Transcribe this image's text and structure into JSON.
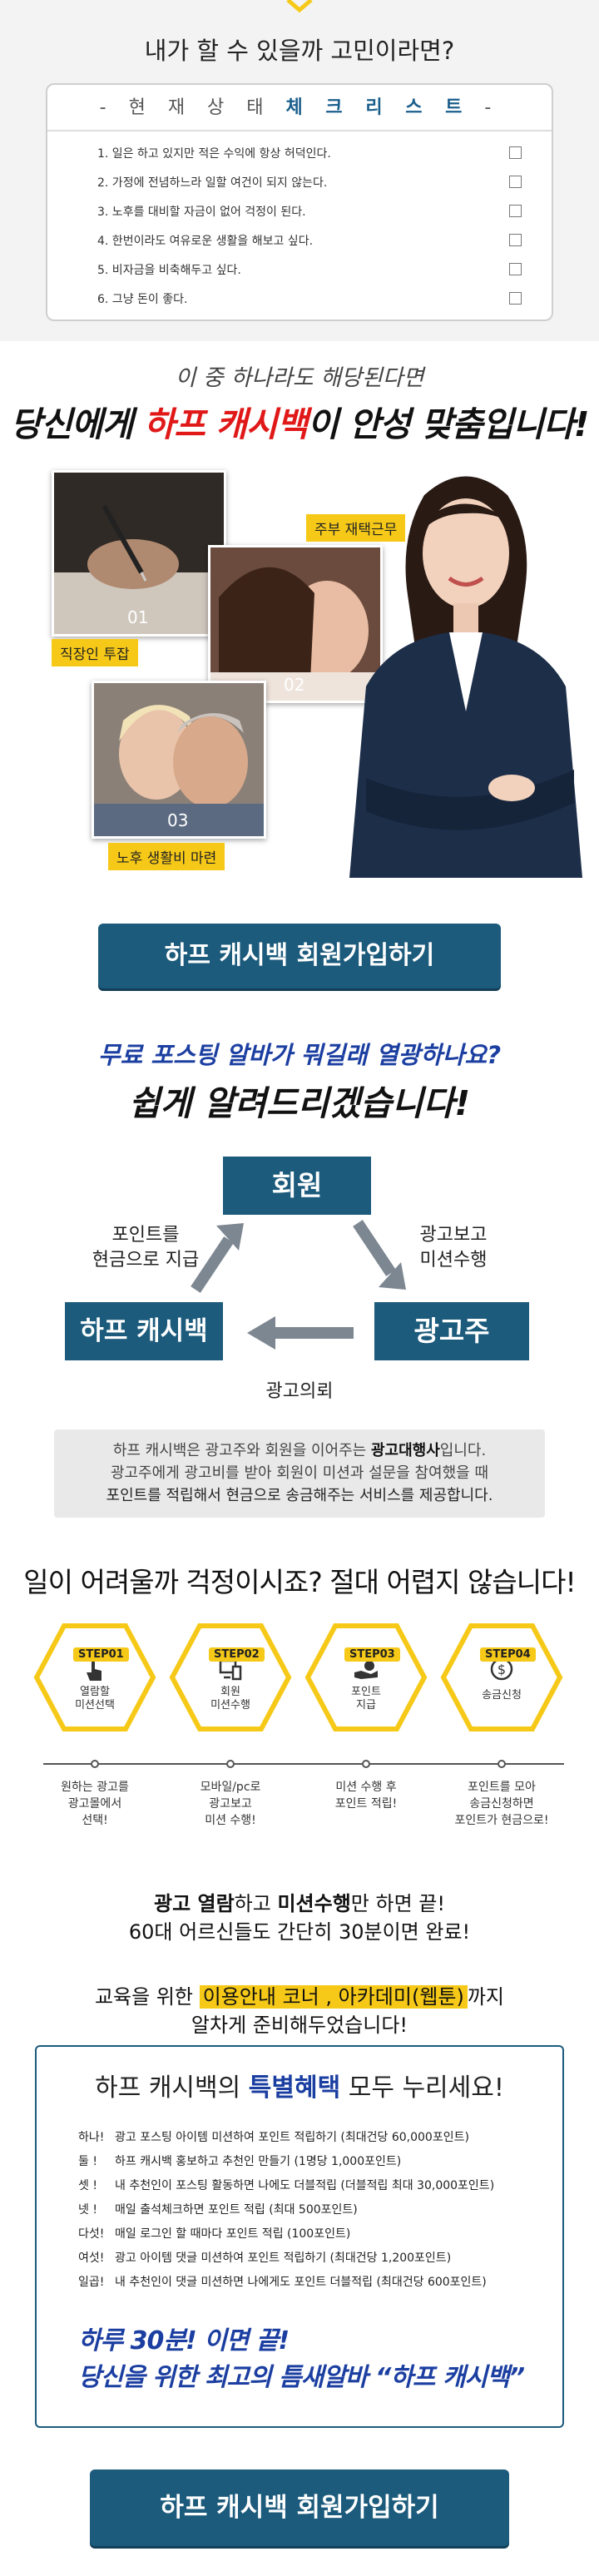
{
  "checklist_section": {
    "title": "내가 할 수 있을까 고민이라면?",
    "panel_title_plain": "- 현 재 상 태",
    "panel_title_highlight": "체 크 리 스 트",
    "panel_title_end": "-",
    "items": [
      "1. 일은 하고 있지만 적은 수익에 항상 허덕인다.",
      "2. 가정에 전념하느라 일할 여건이 되지 않는다.",
      "3. 노후를 대비할 자금이 없어 걱정이 된다.",
      "4. 한번이라도 여유로운 생활을 해보고 싶다.",
      "5. 비자금을 비축해두고 싶다.",
      "6. 그냥 돈이 좋다."
    ]
  },
  "hero": {
    "subtitle": "이 중 하나라도 해당된다면",
    "title_pre": "당신에게 ",
    "title_brand": "하프 캐시백",
    "title_post": "이 안성 맞춤입니다!",
    "photos": [
      {
        "number": "01",
        "tag": "직장인 투잡"
      },
      {
        "number": "02",
        "tag": "주부 재택근무"
      },
      {
        "number": "03",
        "tag": "노후 생활비 마련"
      }
    ]
  },
  "join_button_label": "하프 캐시백 회원가입하기",
  "flow": {
    "question": "무료 포스팅 알바가 뭐길래 열광하나요?",
    "answer": "쉽게 알려드리겠습니다!",
    "node_member": "회원",
    "node_advertiser": "광고주",
    "node_brand": "하프 캐시백",
    "label_left_1": "포인트를",
    "label_left_2": "현금으로 지급",
    "label_right_1": "광고보고",
    "label_right_2": "미션수행",
    "label_bottom": "광고의뢰",
    "explain_1_pre": "하프 캐시백은 광고주와 회원을 이어주는 ",
    "explain_1_bold": "광고대행사",
    "explain_1_post": "입니다.",
    "explain_2": "광고주에게 광고비를 받아 회원이 미션과 설문을 참여했을 때",
    "explain_3": "포인트를 적립해서 현금으로 송금해주는 서비스를 제공합니다."
  },
  "steps": {
    "title": "일이 어려울까 걱정이시죠? 절대 어렵지 않습니다!",
    "items": [
      {
        "badge": "STEP01",
        "icon": "hand-pointer-icon",
        "line1": "열람할",
        "line2": "미션선택",
        "desc1": "원하는 광고를",
        "desc2": "광고몰에서",
        "desc3": "선택!"
      },
      {
        "badge": "STEP02",
        "icon": "devices-icon",
        "line1": "회원",
        "line2": "미션수행",
        "desc1": "모바일/pc로",
        "desc2": "광고보고",
        "desc3": "미션 수행!"
      },
      {
        "badge": "STEP03",
        "icon": "hand-coin-icon",
        "line1": "포인트",
        "line2": "지급",
        "desc1": "미션 수행 후",
        "desc2": "포인트 적립!",
        "desc3": ""
      },
      {
        "badge": "STEP04",
        "icon": "dollar-coin-icon",
        "line1": "송금신청",
        "line2": "",
        "desc1": "포인트를 모아",
        "desc2": "송금신청하면",
        "desc3": "포인트가 현금으로!"
      }
    ],
    "summary_1_pre": "광고 열람",
    "summary_1_mid": "하고 ",
    "summary_1_bold2": "미션수행",
    "summary_1_post": "만 하면 끝!",
    "summary_2": "60대 어르신들도 간단히 30분이면 완료!",
    "edu_pre": "교육을 위한 ",
    "edu_highlight": "이용안내 코너 , 아카데미(웹툰)",
    "edu_post": "까지",
    "edu_2": "알차게 준비해두었습니다!"
  },
  "benefits": {
    "title_pre": "하프 캐시백의 ",
    "title_highlight": "특별혜택",
    "title_post": " 모두 누리세요!",
    "items": [
      {
        "lead": "하나!",
        "text": "광고 포스팅 아이템 미션하여 포인트 적립하기 (최대건당 60,000포인트)"
      },
      {
        "lead": "둘 !",
        "text": "하프 캐시백 홍보하고 추천인 만들기 (1명당 1,000포인트)"
      },
      {
        "lead": "셋 !",
        "text": "내 추천인이 포스팅 활동하면 나에도 더블적립 (더블적립 최대 30,000포인트)"
      },
      {
        "lead": "넷 !",
        "text": "매일 출석체크하면 포인트 적립 (최대 500포인트)"
      },
      {
        "lead": "다섯!",
        "text": "매일 로그인 할 때마다 포인트 적립 (100포인트)"
      },
      {
        "lead": "여섯!",
        "text": "광고 아이템 댓글 미션하여 포인트 적립하기 (최대건당 1,200포인트)"
      },
      {
        "lead": "일곱!",
        "text": "내 추천인이 댓글 미션하면 나에게도 포인트 더블적립 (최대건당 600포인트)"
      }
    ],
    "closing_1": "하루 30분! 이면 끝!",
    "closing_2": "당신을 위한 최고의 틈새알바 “하프 캐시백”"
  },
  "colors": {
    "brand_navy": "#1c5b7c",
    "accent_yellow": "#f6c918",
    "accent_red": "#e01818",
    "accent_blue": "#1b3ea1"
  }
}
